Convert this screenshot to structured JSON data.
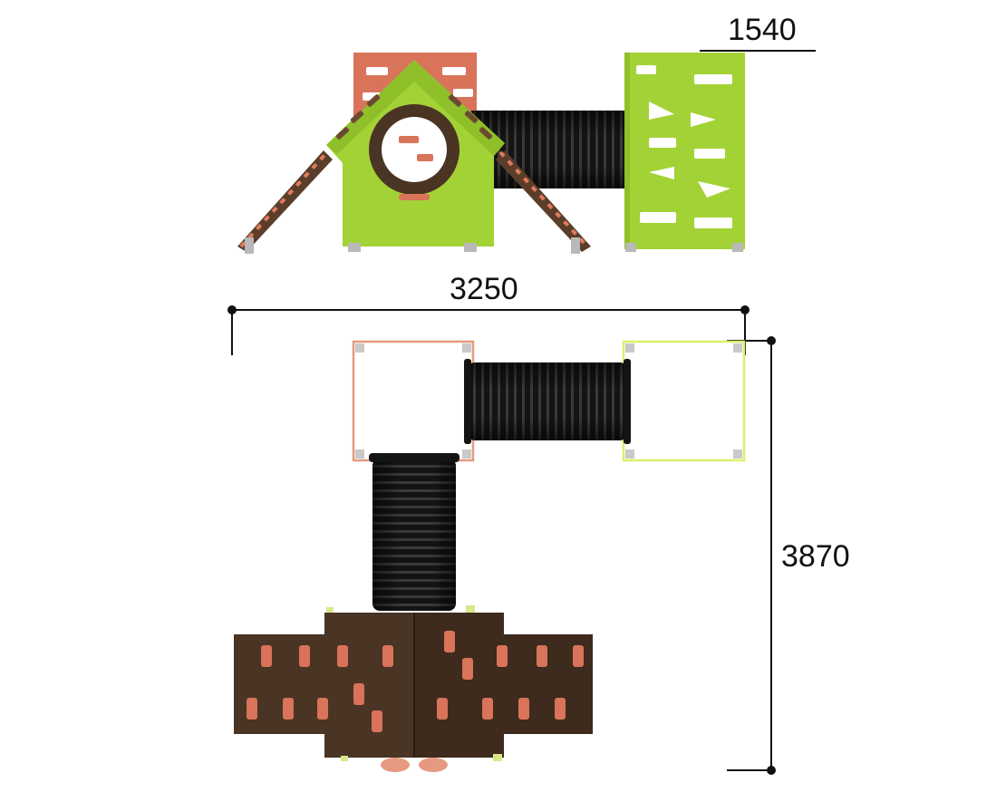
{
  "dimensions": {
    "height": "1540",
    "width": "3250",
    "depth": "3870"
  },
  "colors": {
    "green": "#a3d236",
    "green_dark": "#7fae1f",
    "salmon": "#d9735a",
    "salmon_light": "#e59a80",
    "brown": "#4a3424",
    "brown_dark": "#352417",
    "tube": "#141414",
    "tube_rib": "#3a3a3a",
    "line": "#111111",
    "steel": "#b9b9b9"
  }
}
